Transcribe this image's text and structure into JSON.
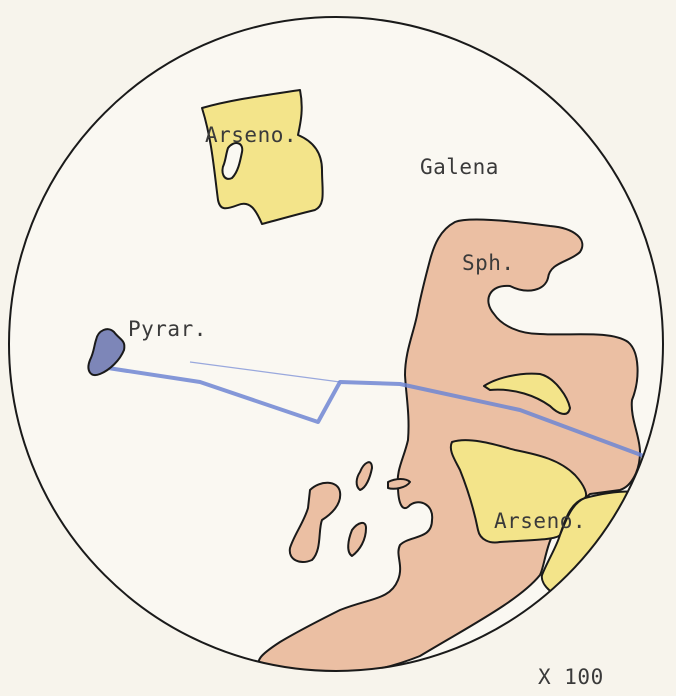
{
  "labels": {
    "arseno_top": "Arseno.",
    "galena": "Galena",
    "sph": "Sph.",
    "pyrar": "Pyrar.",
    "arseno_bottom": "Arseno.",
    "magnification": "X 100"
  },
  "colors": {
    "paper": "#f7f4ec",
    "arsenopyrite": "#f3e48a",
    "sphalerite": "#ebbfa3",
    "pyrargyrite": "#7d86b8",
    "scratch_line": "#6f86d4"
  }
}
